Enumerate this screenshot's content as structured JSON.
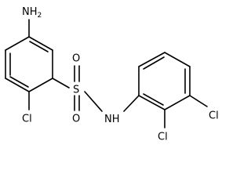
{
  "molecule": {
    "atoms": {
      "amine_N": "N",
      "amine_H": "H",
      "amine_H_count": "2",
      "chloro_left": "Cl",
      "sulfur": "S",
      "oxygen_top": "O",
      "oxygen_bottom": "O",
      "nh_N": "N",
      "nh_H": "H",
      "chloro_meta": "Cl",
      "chloro_ortho": "Cl"
    }
  }
}
